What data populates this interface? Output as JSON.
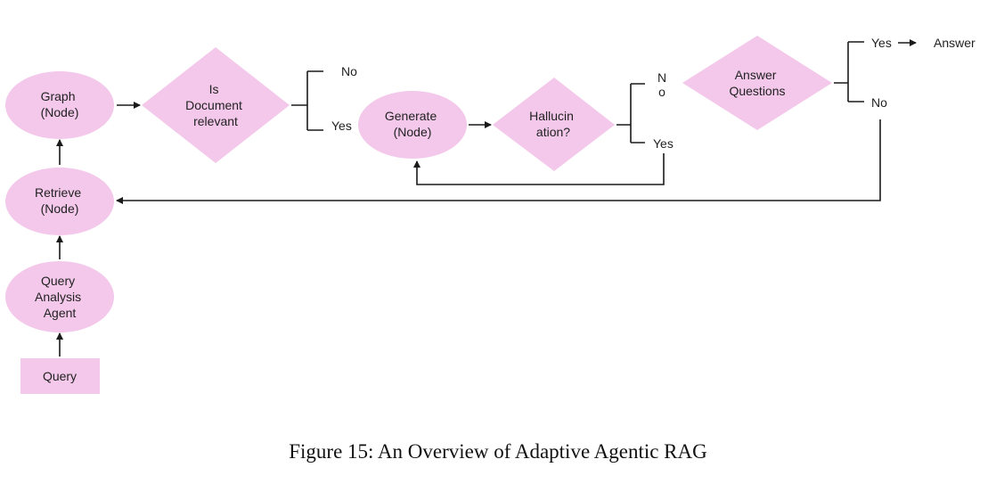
{
  "colors": {
    "node_fill": "#f3c8ea",
    "stroke": "#1a1a1a",
    "text": "#222222"
  },
  "nodes": {
    "graph": [
      "Graph",
      "(Node)"
    ],
    "doc_relevant": [
      "Is",
      "Document",
      "relevant"
    ],
    "generate": [
      "Generate",
      "(Node)"
    ],
    "hallucination": [
      "Hallucin",
      "ation?"
    ],
    "answer_questions": [
      "Answer",
      "Questions"
    ],
    "retrieve": [
      "Retrieve",
      "(Node)"
    ],
    "query_analysis": [
      "Query",
      "Analysis",
      "Agent"
    ],
    "query": "Query",
    "answer": "Answer"
  },
  "branches": {
    "doc_no": "No",
    "doc_yes": "Yes",
    "hall_no_1": "N",
    "hall_no_2": "o",
    "hall_yes": "Yes",
    "ans_yes": "Yes",
    "ans_no": "No"
  },
  "caption": "Figure 15: An Overview of Adaptive Agentic RAG"
}
